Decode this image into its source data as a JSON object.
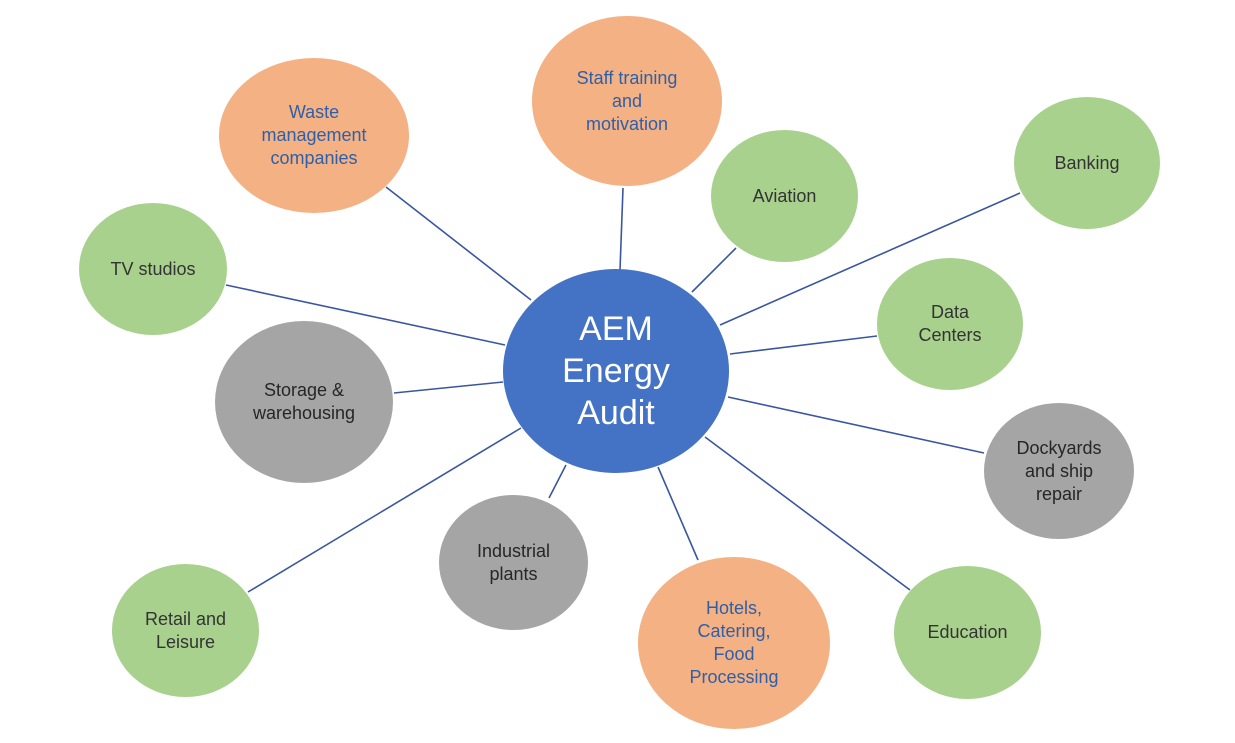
{
  "center": {
    "label": "AEM\nEnergy\nAudit",
    "color": "#4472c4"
  },
  "colors": {
    "green": "#a9d18e",
    "grey": "#a5a5a5",
    "orange": "#f4b183",
    "link": "#3a56a0"
  },
  "nodes": [
    {
      "id": "waste-management",
      "label": "Waste\nmanagement\ncompanies",
      "color": "orange"
    },
    {
      "id": "staff-training",
      "label": "Staff training\nand\nmotivation",
      "color": "orange"
    },
    {
      "id": "aviation",
      "label": "Aviation",
      "color": "green"
    },
    {
      "id": "banking",
      "label": "Banking",
      "color": "green"
    },
    {
      "id": "tv-studios",
      "label": "TV studios",
      "color": "green"
    },
    {
      "id": "data-centers",
      "label": "Data\nCenters",
      "color": "green"
    },
    {
      "id": "storage-warehousing",
      "label": "Storage &\nwarehousing",
      "color": "grey"
    },
    {
      "id": "dockyards",
      "label": "Dockyards\nand ship\nrepair",
      "color": "grey"
    },
    {
      "id": "industrial-plants",
      "label": "Industrial\nplants",
      "color": "grey"
    },
    {
      "id": "retail-leisure",
      "label": "Retail and\nLeisure",
      "color": "green"
    },
    {
      "id": "hotels-catering",
      "label": "Hotels,\nCatering,\nFood\nProcessing",
      "color": "orange"
    },
    {
      "id": "education",
      "label": "Education",
      "color": "green"
    }
  ]
}
